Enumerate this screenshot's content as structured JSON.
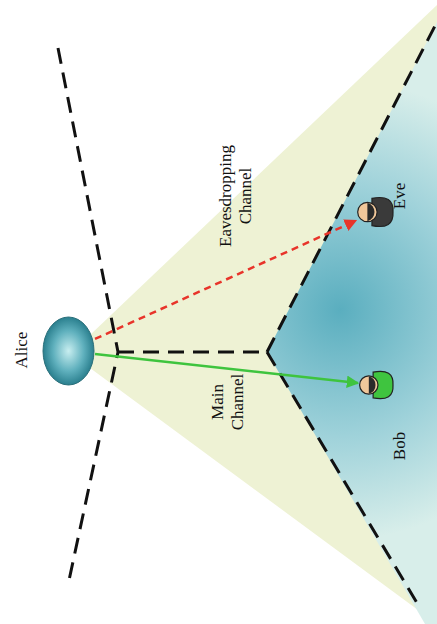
{
  "diagram": {
    "nodes": [
      {
        "text": [
          "Alice"
        ]
      },
      {
        "text": [
          "Bob"
        ]
      },
      {
        "text": [
          "Eve"
        ]
      }
    ],
    "edges": [
      {
        "from": 0,
        "to": 1,
        "label": "Main Channel",
        "arrow": "to"
      },
      {
        "from": 0,
        "to": 2,
        "label": "Eavesdropping Channel",
        "arrow": "to"
      }
    ]
  }
}
